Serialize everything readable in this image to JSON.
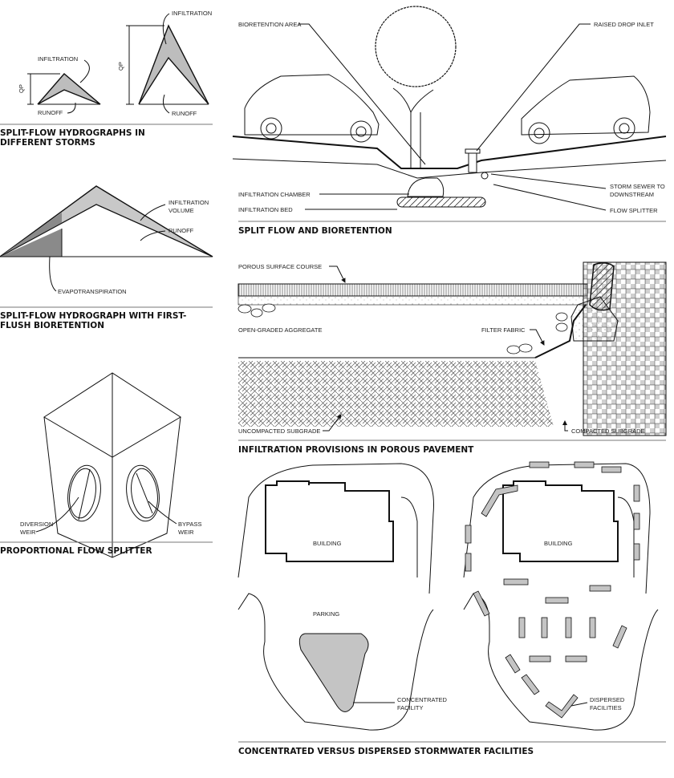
{
  "panels": {
    "hydrographs": {
      "title_line1": "SPLIT-FLOW HYDROGRAPHS IN",
      "title_line2": "DIFFERENT STORMS",
      "small_infiltration": "INFILTRATION",
      "small_runoff": "RUNOFF",
      "small_qp": "QP",
      "large_infiltration": "INFILTRATION",
      "large_runoff": "RUNOFF",
      "large_qp": "QP"
    },
    "first_flush": {
      "title_line1": "SPLIT-FLOW HYDROGRAPH WITH FIRST-",
      "title_line2": "FLUSH BIORETENTION",
      "infiltration_volume_1": "INFILTRATION",
      "infiltration_volume_2": "VOLUME",
      "runoff": "RUNOFF",
      "evapotranspiration": "EVAPOTRANSPIRATION"
    },
    "splitter": {
      "title": "PROPORTIONAL FLOW SPLITTER",
      "diversion_1": "DIVERSION",
      "diversion_2": "WEIR",
      "bypass_1": "BYPASS",
      "bypass_2": "WEIR"
    },
    "bioretention": {
      "title": "SPLIT FLOW AND BIORETENTION",
      "bioretention_area": "BIORETENTION AREA",
      "raised_drop_inlet": "RAISED DROP INLET",
      "infiltration_chamber": "INFILTRATION CHAMBER",
      "infiltration_bed": "INFILTRATION BED",
      "storm_sewer_1": "STORM SEWER TO",
      "storm_sewer_2": "DOWNSTREAM",
      "flow_splitter": "FLOW SPLITTER"
    },
    "porous": {
      "title": "INFILTRATION PROVISIONS IN POROUS PAVEMENT",
      "surface_course": "POROUS SURFACE COURSE",
      "aggregate": "OPEN-GRADED AGGREGATE",
      "filter_fabric": "FILTER FABRIC",
      "uncompacted": "UNCOMPACTED SUBGRADE",
      "compacted": "COMPACTED SUBGRADE"
    },
    "facilities": {
      "title": "CONCENTRATED VERSUS DISPERSED STORMWATER FACILITIES",
      "building_left": "BUILDING",
      "parking": "PARKING",
      "concentrated_1": "CONCENTRATED",
      "concentrated_2": "FACILITY",
      "building_right": "BUILDING",
      "dispersed_1": "DISPERSED",
      "dispersed_2": "FACILITIES"
    }
  }
}
